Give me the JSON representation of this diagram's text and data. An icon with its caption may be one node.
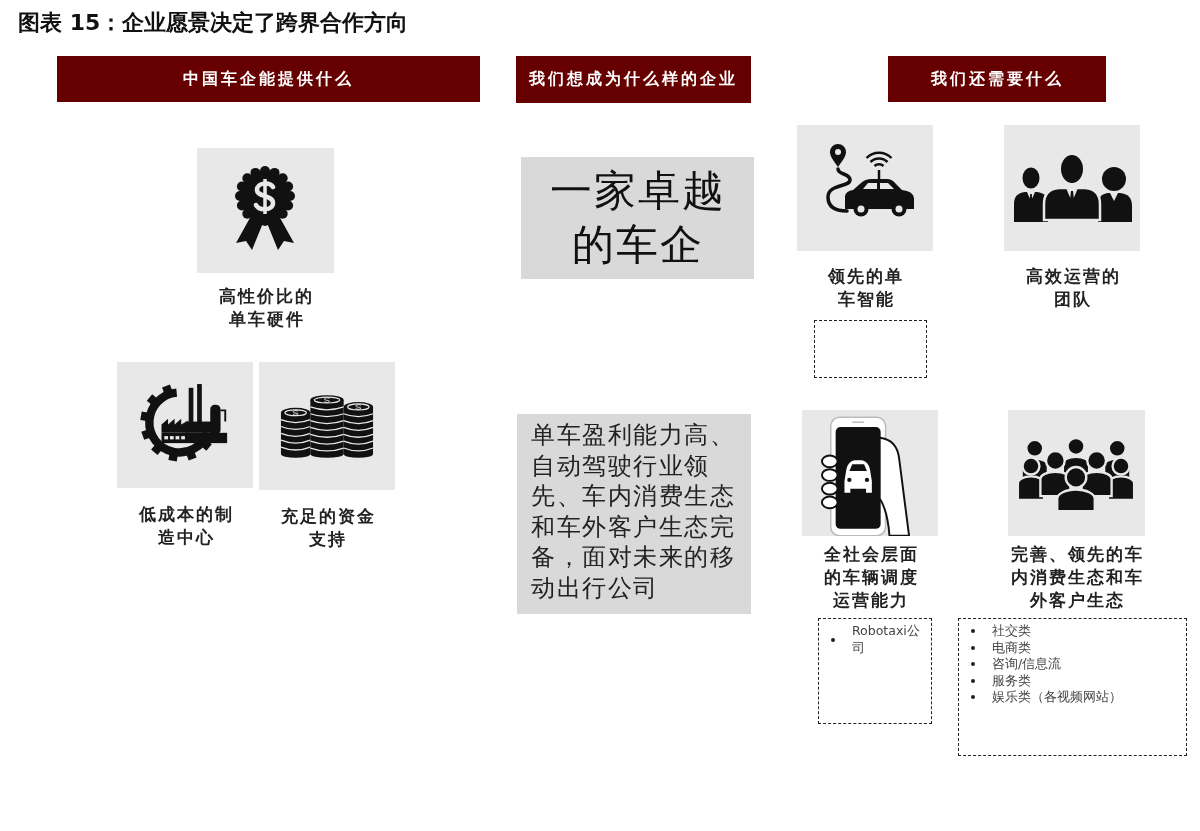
{
  "diagram": {
    "title": "图表 15：企业愿景决定了跨界合作方向",
    "nodes": [
      {
        "text": [
          "中国车企能提供什么"
        ]
      },
      {
        "text": [
          "我们想成为什么样的企业"
        ]
      },
      {
        "text": [
          "我们还需要什么"
        ]
      },
      {
        "text": [],
        "shape": "picture",
        "beside": [
          "高性价比的单车硬件"
        ]
      },
      {
        "text": [
          "一家卓越的车企"
        ]
      },
      {
        "text": [],
        "shape": "picture",
        "beside": [
          "领先的单车智能"
        ]
      },
      {
        "text": [],
        "shape": "picture",
        "beside": [
          "高效运营的团队"
        ]
      },
      {
        "text": [],
        "shape": "box"
      },
      {
        "text": [],
        "shape": "picture",
        "beside": [
          "低成本的制造中心"
        ]
      },
      {
        "text": [],
        "shape": "picture",
        "beside": [
          "充足的资金支持"
        ]
      },
      {
        "text": [
          "单车盈利能力高、自动驾驶行业领先、车内消费生态和车外客户生态完备，面对未来的移动出行公司"
        ]
      },
      {
        "text": [],
        "shape": "picture",
        "beside": [
          "全社会层面的车辆调度运营能力"
        ]
      },
      {
        "text": [],
        "shape": "picture",
        "beside": [
          "完善、领先的车内消费生态和车外客户生态"
        ]
      },
      {
        "text": [
          "Robotaxi公司"
        ]
      },
      {
        "text": [
          "社交类",
          "电商类",
          "咨询/信息流",
          "服务类",
          "娱乐类（各视频网站）"
        ]
      }
    ]
  }
}
